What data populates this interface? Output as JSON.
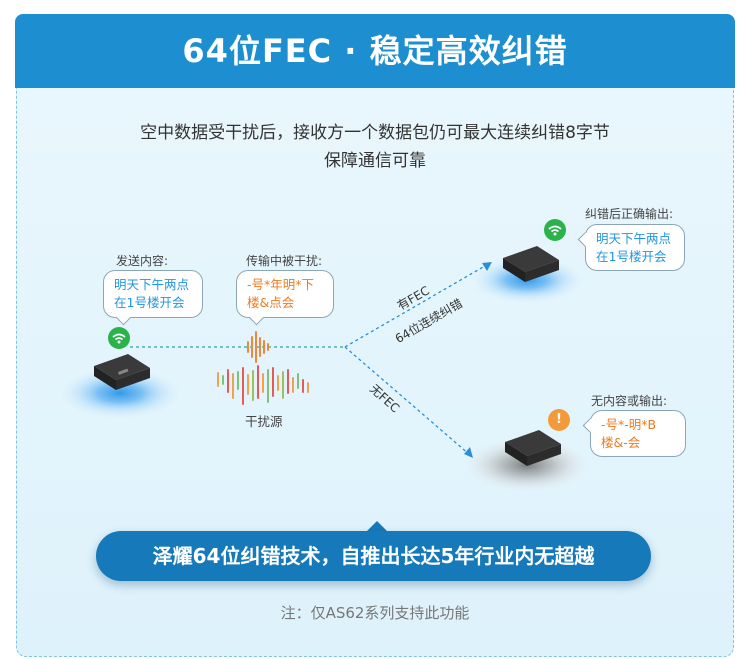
{
  "title": "64位FEC · 稳定高效纠错",
  "description": {
    "line1": "空中数据受干扰后，接收方一个数据包仍可最大连续纠错8字节",
    "line2": "保障通信可靠"
  },
  "sender": {
    "label": "发送内容:",
    "message_line1": "明天下午两点",
    "message_line2": "在1号楼开会",
    "status_icon": "wifi-icon"
  },
  "interference": {
    "label": "传输中被干扰:",
    "message_line1": "-号*年明*下",
    "message_line2": "楼&点会",
    "source_label": "干扰源"
  },
  "receiver_fec": {
    "label": "纠错后正确输出:",
    "message_line1": "明天下午两点",
    "message_line2": "在1号楼开会",
    "path_label1": "有FEC",
    "path_label2": "64位连续纠错"
  },
  "receiver_nofec": {
    "label": "无内容或输出:",
    "message_line1": "-号*-明*B",
    "message_line2": "楼&-会",
    "path_label": "无FEC",
    "status_icon": "exclamation-icon",
    "status_text": "!"
  },
  "banner": "泽耀64位纠错技术，自推出长达5年行业内无超越",
  "note": "注：仅AS62系列支持此功能",
  "colors": {
    "header": "#1d8fd0",
    "banner": "#1679ba",
    "accent_blue": "#2196e0",
    "accent_orange": "#f07a1c",
    "ok_green": "#29b34a",
    "warn_orange": "#f39a3a"
  }
}
